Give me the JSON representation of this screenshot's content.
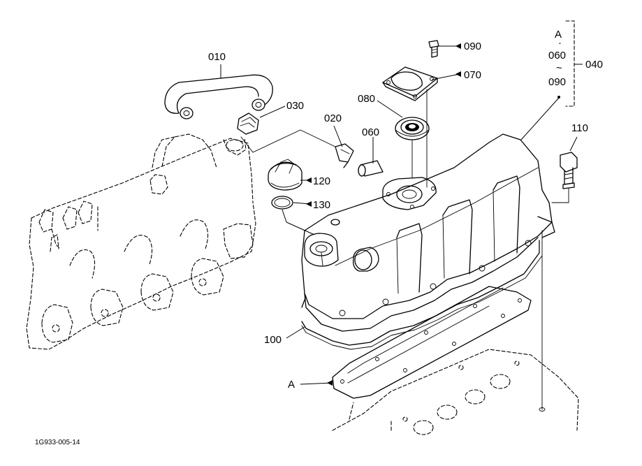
{
  "labels": {
    "p010": "010",
    "p020": "020",
    "p030": "030",
    "p040": "040",
    "p060": "060",
    "p070": "070",
    "p080": "080",
    "p090": "090",
    "p100": "100",
    "p110": "110",
    "p120": "120",
    "p130": "130",
    "pA": "A"
  },
  "group": {
    "a": "A",
    "dot": "·",
    "from": "060",
    "tilde": "~",
    "to": "090"
  },
  "figure_id": "1G933-005-14"
}
